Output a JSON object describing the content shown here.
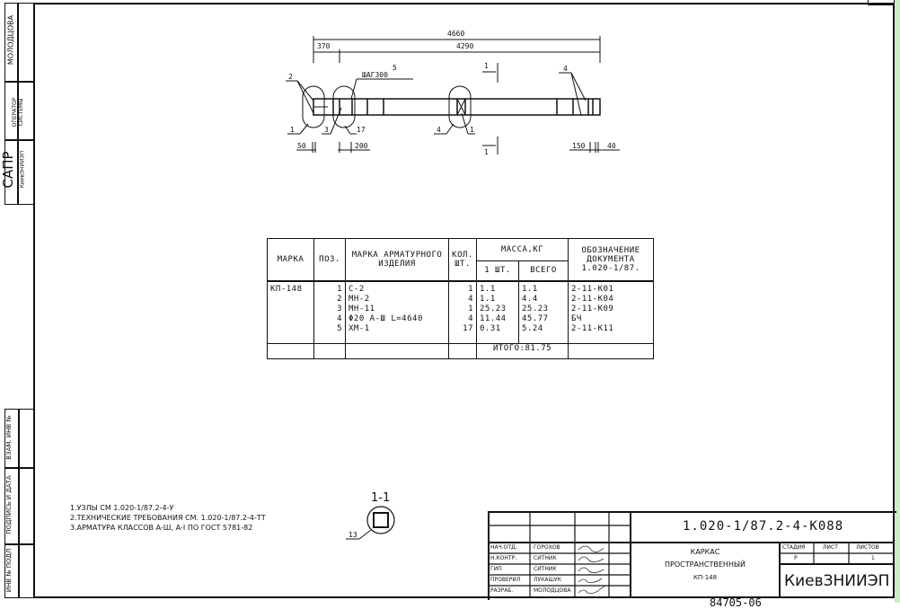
{
  "left_strip": {
    "top_name": "МОЛОДЦОВА",
    "operator": "ОПЕРАТОР СИСТЕМЫ",
    "sapr": "САПР",
    "sapr_org": "КиевЗНИИЭП",
    "bottom_cells": [
      "ВЗАМ. ИНВ №",
      "ПОДПИСЬ И ДАТА",
      "ИНВ № ПОДЛ"
    ]
  },
  "drawing": {
    "dim_total": "4660",
    "dim_left": "370",
    "dim_right": "4290",
    "label_step_pos": "5",
    "label_step": "ШАГ300",
    "labels": [
      "2",
      "1",
      "3",
      "17",
      "4",
      "1",
      "4"
    ],
    "section_mark": "1",
    "dims_bottom": [
      "50",
      "200",
      "150",
      "40"
    ]
  },
  "spec_table": {
    "headers": {
      "marka": "МАРКА",
      "pos": "ПОЗ.",
      "item_mark": "МАРКА АРМАТУРНОГО ИЗДЕЛИЯ",
      "qty": "КОЛ. ШТ.",
      "mass": "МАССА,КГ",
      "mass_one": "1 ШТ.",
      "mass_total": "ВСЕГО",
      "doc": "ОБОЗНАЧЕНИЕ ДОКУМЕНТА 1.020-1/87."
    },
    "marka": "КП-148",
    "rows": [
      {
        "pos": "1",
        "item": "С-2",
        "qty": "1",
        "one": "1.1",
        "total": "1.1",
        "doc": "2-11-К01"
      },
      {
        "pos": "2",
        "item": "МН-2",
        "qty": "4",
        "one": "1.1",
        "total": "4.4",
        "doc": "2-11-К04"
      },
      {
        "pos": "3",
        "item": "МН-11",
        "qty": "1",
        "one": "25.23",
        "total": "25.23",
        "doc": "2-11-К09"
      },
      {
        "pos": "4",
        "item": "Φ20 А-Ш L=4640",
        "qty": "4",
        "one": "11.44",
        "total": "45.77",
        "doc": "БЧ"
      },
      {
        "pos": "5",
        "item": "ХМ-1",
        "qty": "17",
        "one": "0.31",
        "total": "5.24",
        "doc": "2-11-К11"
      }
    ],
    "total": "ИТОГО:81.75"
  },
  "notes": [
    "1.УЗЛЫ СМ 1.020-1/87.2-4-У",
    "2.ТЕХНИЧЕСКИЕ ТРЕБОВАНИЯ СМ. 1.020-1/87.2-4-ТТ",
    "3.АРМАТУРА КЛАССОВ А-Ш, А-I ПО ГОСТ 5781-82"
  ],
  "section": {
    "title": "1-1",
    "label": "13"
  },
  "title_block": {
    "designation": "1.020-1/87.2-4-К088",
    "title_lines": [
      "КАРКАС",
      "ПРОСТРАНСТВЕННЫЙ",
      "КП-148"
    ],
    "stage_header": "СТАДИЯ",
    "sheet_header": "ЛИСТ",
    "sheets_header": "ЛИСТОВ",
    "stage": "Р",
    "sheet": "",
    "sheets": "1",
    "org": "КиевЗНИИЭП",
    "signers": [
      {
        "role": "НАЧ.ОТД.",
        "name": "ГОРОХОВ"
      },
      {
        "role": "Н.КОНТР.",
        "name": "СИТНИК"
      },
      {
        "role": "ГИП",
        "name": "СИТНИК"
      },
      {
        "role": "ПРОВЕРИЛ",
        "name": "ЛУКАШУК"
      },
      {
        "role": "РАЗРАБ.",
        "name": "МОЛОДЦОВА"
      }
    ]
  },
  "bottom_number": "84705-06"
}
